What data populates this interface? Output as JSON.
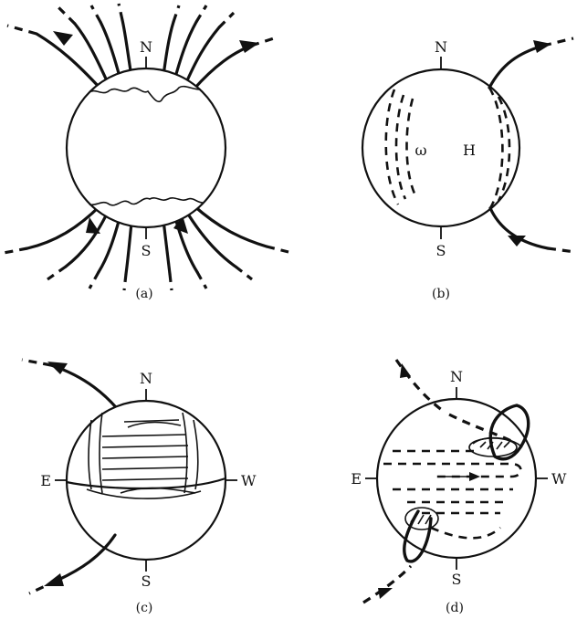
{
  "panels": {
    "a": {
      "caption": "(a)",
      "north": "N",
      "south": "S"
    },
    "b": {
      "caption": "(b)",
      "north": "N",
      "south": "S",
      "omega": "ω",
      "h": "H"
    },
    "c": {
      "caption": "(c)",
      "north": "N",
      "south": "S",
      "east": "E",
      "west": "W"
    },
    "d": {
      "caption": "(d)",
      "north": "N",
      "south": "S",
      "east": "E",
      "west": "W"
    }
  }
}
